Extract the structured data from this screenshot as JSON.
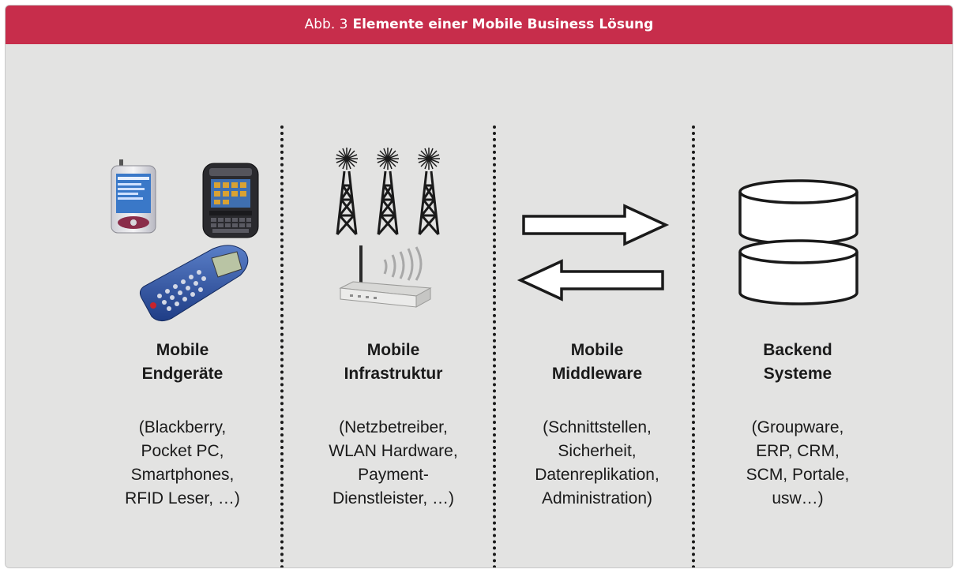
{
  "header": {
    "label": "Abb. 3",
    "title": "Elemente einer Mobile Business Lösung"
  },
  "colors": {
    "header_bg": "#c72d4b",
    "panel_bg": "#e3e3e2",
    "text": "#1a1a1a"
  },
  "columns": [
    {
      "title_lines": [
        "Mobile",
        "Endgeräte"
      ],
      "desc_lines": [
        "(Blackberry,",
        "Pocket PC,",
        "Smartphones,",
        "RFID Leser, …)"
      ],
      "icons": [
        "pocket-pc-icon",
        "blackberry-icon",
        "rfid-scanner-icon"
      ]
    },
    {
      "title_lines": [
        "Mobile",
        "Infrastruktur"
      ],
      "desc_lines": [
        "(Netzbetreiber,",
        "WLAN Hardware,",
        "Payment-",
        "Dienstleister, …)"
      ],
      "icons": [
        "radio-tower-icon",
        "wlan-router-icon"
      ]
    },
    {
      "title_lines": [
        "Mobile",
        "Middleware"
      ],
      "desc_lines": [
        "(Schnittstellen,",
        "Sicherheit,",
        "Datenreplikation,",
        "Administration)"
      ],
      "icons": [
        "arrow-right-icon",
        "arrow-left-icon"
      ]
    },
    {
      "title_lines": [
        "Backend",
        "Systeme"
      ],
      "desc_lines": [
        "(Groupware,",
        "ERP, CRM,",
        "SCM, Portale,",
        "usw…)"
      ],
      "icons": [
        "database-icon"
      ]
    }
  ]
}
